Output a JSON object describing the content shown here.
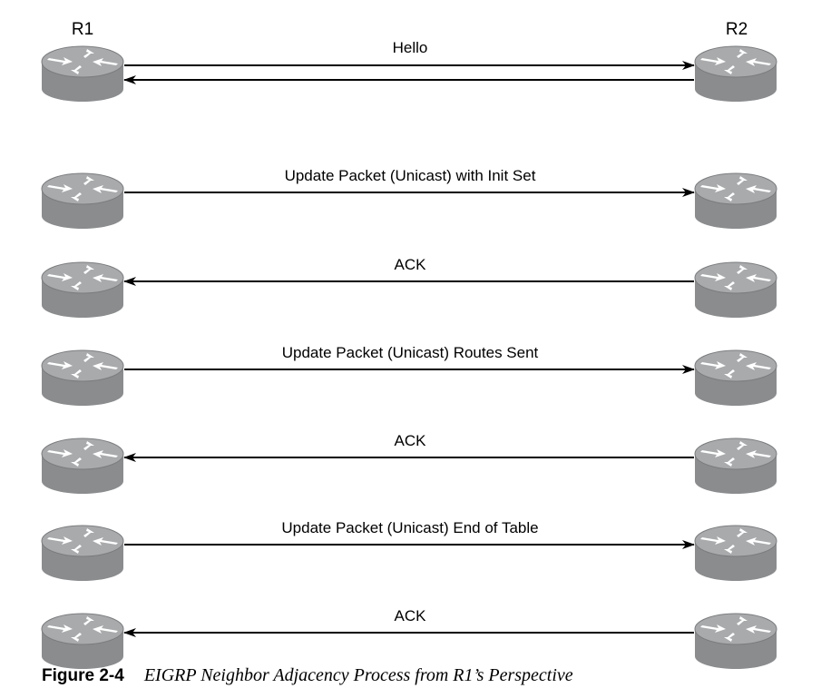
{
  "routers": {
    "left": "R1",
    "right": "R2"
  },
  "messages": [
    {
      "label": "Hello",
      "direction": "both"
    },
    {
      "label": "Update Packet (Unicast) with Init Set",
      "direction": "right"
    },
    {
      "label": "ACK",
      "direction": "left"
    },
    {
      "label": "Update Packet (Unicast) Routes Sent",
      "direction": "right"
    },
    {
      "label": "ACK",
      "direction": "left"
    },
    {
      "label": "Update Packet (Unicast) End of Table",
      "direction": "right"
    },
    {
      "label": "ACK",
      "direction": "left"
    }
  ],
  "caption": {
    "number": "Figure 2-4",
    "text": "EIGRP Neighbor Adjacency Process from R1’s Perspective"
  },
  "colors": {
    "router_body": "#8f9193",
    "router_top": "#a4a6a8",
    "line": "#000000"
  }
}
